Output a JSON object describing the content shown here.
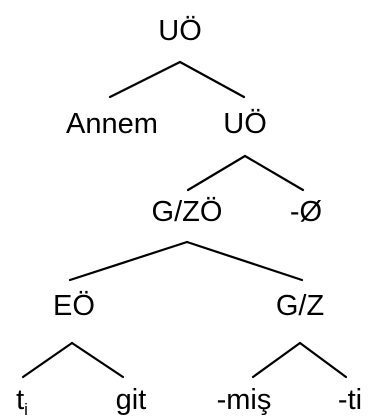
{
  "tree": {
    "root_label": "UÖ",
    "subject_label": "Annem",
    "inner_uo_label": "UÖ",
    "gzo_label": "G/ZÖ",
    "null_label": "-Ø",
    "eo_label": "EÖ",
    "gz_label": "G/Z",
    "trace_label": "t",
    "trace_index": "i",
    "git_label": "git",
    "mis_label": "-miş",
    "ti_label": "-ti"
  },
  "colors": {
    "line": "#000000",
    "text": "#000000",
    "background": "#ffffff"
  }
}
